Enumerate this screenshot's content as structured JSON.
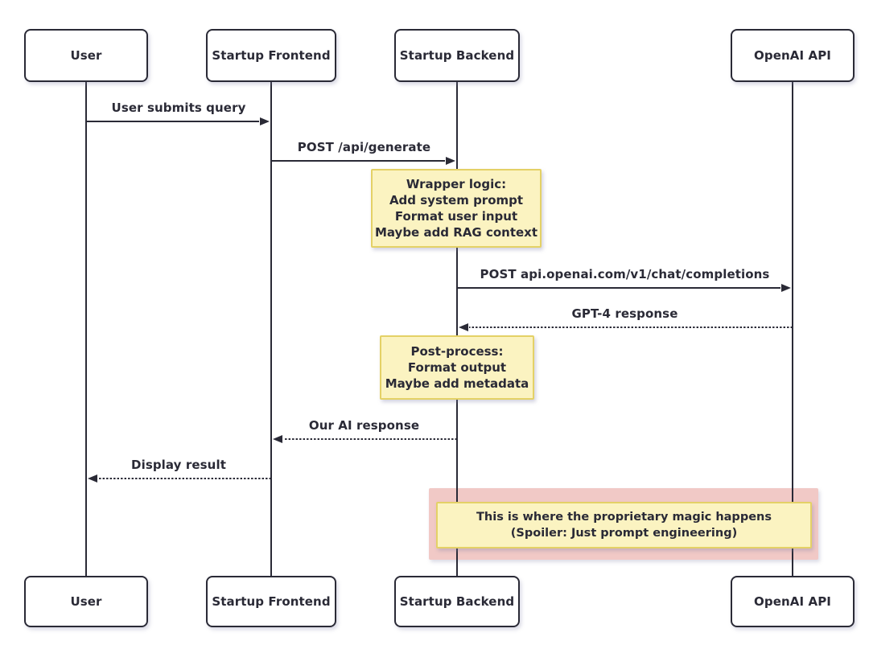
{
  "colors": {
    "background": "#ffffff",
    "ink": "#2a2a36",
    "note_fill": "#fbf3c1",
    "note_border": "#e4d166",
    "highlight": "#f1c9c6"
  },
  "actors": [
    {
      "id": "user",
      "label": "User"
    },
    {
      "id": "startup-frontend",
      "label": "Startup Frontend"
    },
    {
      "id": "startup-backend",
      "label": "Startup Backend"
    },
    {
      "id": "openai-api",
      "label": "OpenAI API"
    }
  ],
  "messages": [
    {
      "id": "user-submits-query",
      "label": "User submits query",
      "from": "user",
      "to": "startup-frontend",
      "line_style": "solid"
    },
    {
      "id": "post-api-generate",
      "label": "POST /api/generate",
      "from": "startup-frontend",
      "to": "startup-backend",
      "line_style": "solid"
    },
    {
      "id": "post-openai-completions",
      "label": "POST api.openai.com/v1/chat/completions",
      "from": "startup-backend",
      "to": "openai-api",
      "line_style": "solid"
    },
    {
      "id": "gpt4-response",
      "label": "GPT-4 response",
      "from": "openai-api",
      "to": "startup-backend",
      "line_style": "dotted"
    },
    {
      "id": "our-ai-response",
      "label": "Our AI response",
      "from": "startup-backend",
      "to": "startup-frontend",
      "line_style": "dotted"
    },
    {
      "id": "display-result",
      "label": "Display result",
      "from": "startup-frontend",
      "to": "user",
      "line_style": "dotted"
    }
  ],
  "notes": [
    {
      "id": "wrapper-logic",
      "lines": [
        "Wrapper logic:",
        "Add system prompt",
        "Format user input",
        "Maybe add RAG context"
      ]
    },
    {
      "id": "post-process",
      "lines": [
        "Post-process:",
        "Format output",
        "Maybe add metadata"
      ]
    },
    {
      "id": "proprietary-magic",
      "lines": [
        "This is where the proprietary magic happens",
        "(Spoiler: Just prompt engineering)"
      ]
    }
  ]
}
